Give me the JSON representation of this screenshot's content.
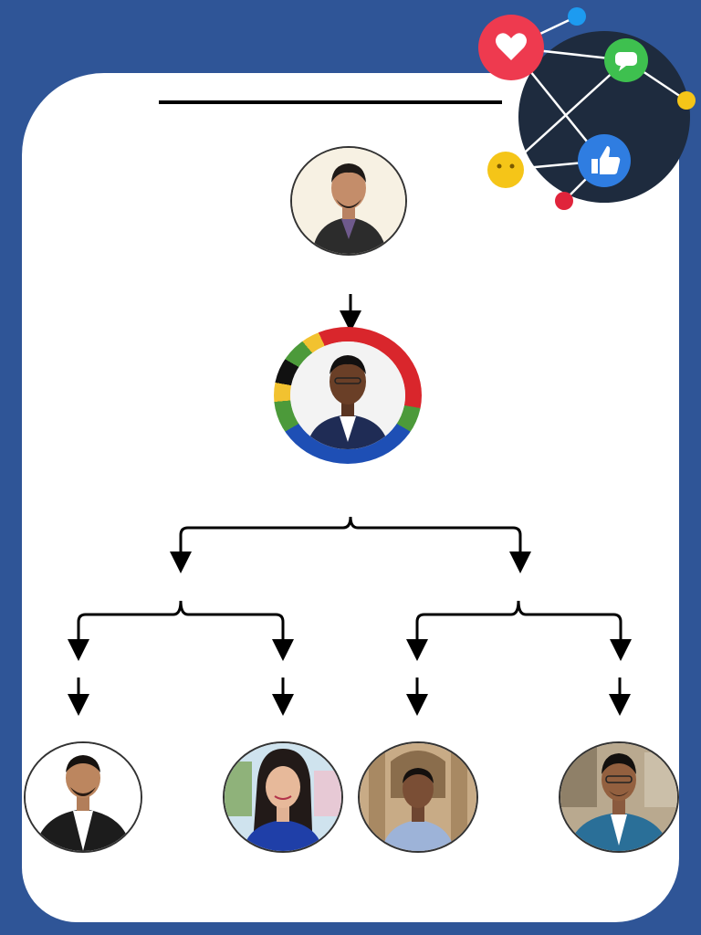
{
  "colors": {
    "background": "#2f5597",
    "card": "#ffffff",
    "connector": "#000000",
    "ring_red": "#d9262c",
    "ring_blue": "#1e4fb5",
    "ring_green": "#4c9a3a",
    "ring_yellow": "#f2c230",
    "ring_black": "#111111",
    "network_circle": "#1e2b3e",
    "heart_bubble": "#ee3a4f",
    "chat_bubble": "#3ec04f",
    "like_bubble": "#2f7de1",
    "emoji_bubble": "#f5c518",
    "dot_blue": "#1d9bf0",
    "dot_yellow": "#f5c518",
    "dot_red": "#e0243b"
  },
  "nodes": {
    "root": {
      "icon": "person-icon",
      "attire": "dark-suit"
    },
    "second": {
      "icon": "person-icon",
      "attire": "navy-suit",
      "ring": "sa-flag-ring"
    },
    "leaves": [
      {
        "icon": "person-icon",
        "attire": "black-suit"
      },
      {
        "icon": "person-icon",
        "attire": "blue-top"
      },
      {
        "icon": "person-icon",
        "attire": "light-blue-shirt"
      },
      {
        "icon": "person-icon",
        "attire": "teal-jacket"
      }
    ]
  },
  "decoration": {
    "icons": [
      "heart-icon",
      "chat-icon",
      "thumbs-up-icon",
      "emoji-icon"
    ]
  }
}
